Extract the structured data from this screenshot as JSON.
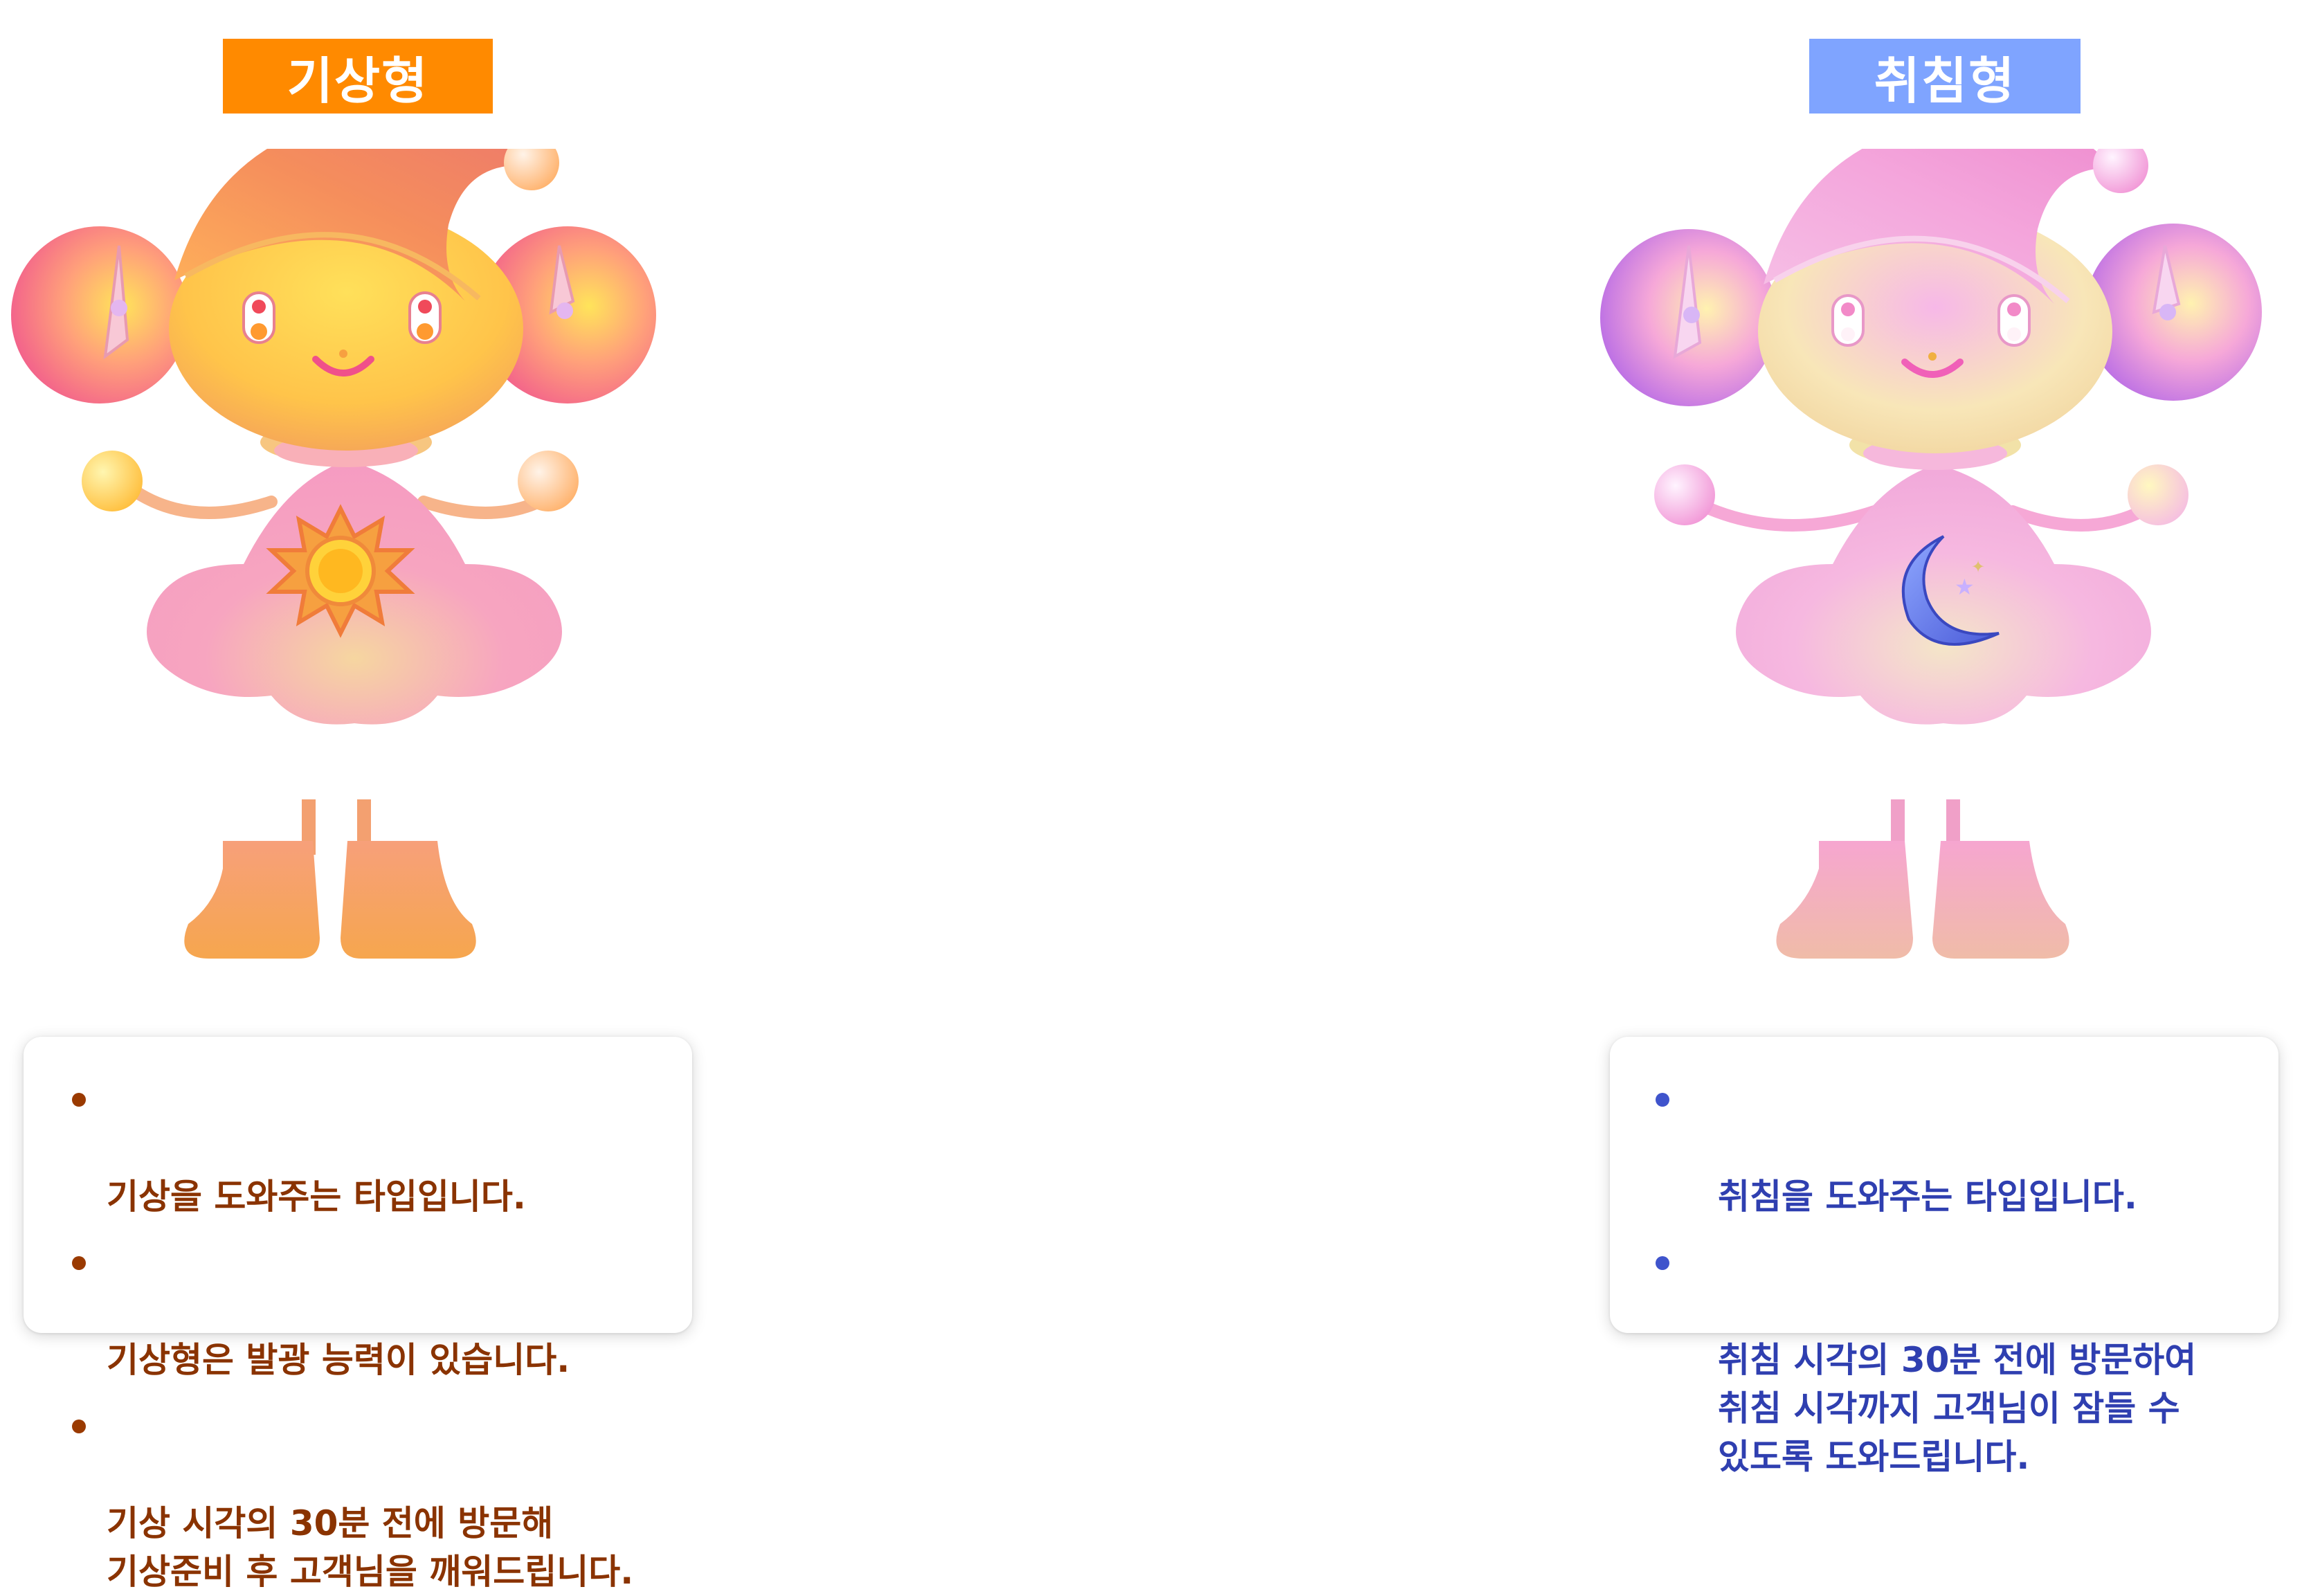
{
  "colors": {
    "wake_badge": "#FF8A00",
    "sleep_badge": "#7FA4FF",
    "wake_text": "#8A3300",
    "wake_bullet": "#9A3A00",
    "sleep_text": "#2F3FB0",
    "sleep_bullet": "#3F54CC"
  },
  "wake": {
    "badge": "기상형",
    "mascot_icon": "sun-emblem-icon",
    "items": [
      "기상을 도와주는 타입입니다.",
      "기상형은 발광 능력이 있습니다.",
      "기상 시각의 30분 전에 방문해\n기상준비 후 고객님을 깨워드립니다."
    ]
  },
  "sleep": {
    "badge": "취침형",
    "mascot_icon": "moon-emblem-icon",
    "items": [
      "취침을 도와주는 타입입니다.",
      "취침 시각의 30분 전에 방문하여\n취침 시각까지 고객님이 잠들 수\n있도록 도와드립니다."
    ]
  }
}
